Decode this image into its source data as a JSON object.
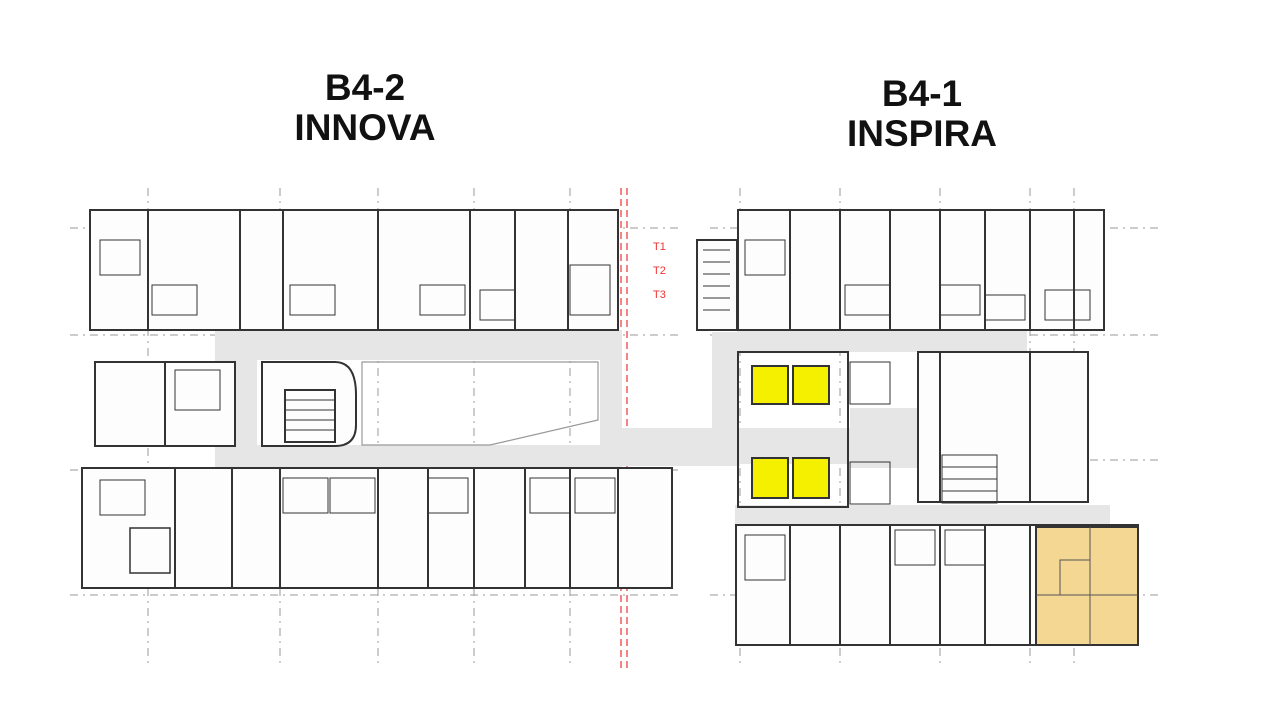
{
  "buildings": [
    {
      "code": "B4-2",
      "name": "INNOVA"
    },
    {
      "code": "B4-1",
      "name": "INSPIRA"
    }
  ],
  "tower_labels": [
    "T1",
    "T2",
    "T3"
  ],
  "colors": {
    "walls": "#333333",
    "corridor": "#e6e6e6",
    "elevator_highlight": "#f5ef00",
    "unit_highlight": "#f4d793",
    "tower_marker": "#e33333",
    "grid": "#9a9a9a"
  }
}
